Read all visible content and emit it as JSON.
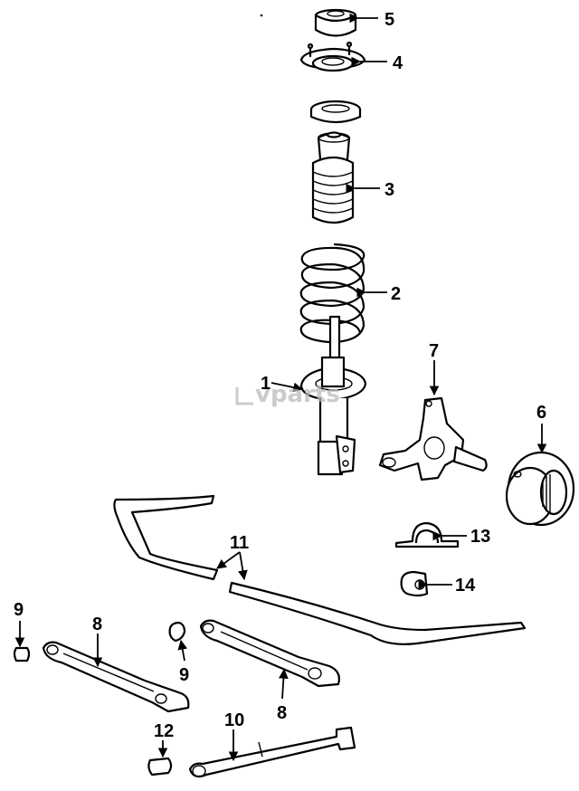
{
  "watermark": "vparts",
  "callouts": [
    {
      "id": "1",
      "label": "1"
    },
    {
      "id": "2",
      "label": "2"
    },
    {
      "id": "3",
      "label": "3"
    },
    {
      "id": "4",
      "label": "4"
    },
    {
      "id": "5",
      "label": "5"
    },
    {
      "id": "6",
      "label": "6"
    },
    {
      "id": "7",
      "label": "7"
    },
    {
      "id": "8a",
      "label": "8"
    },
    {
      "id": "8b",
      "label": "8"
    },
    {
      "id": "9a",
      "label": "9"
    },
    {
      "id": "9b",
      "label": "9"
    },
    {
      "id": "10",
      "label": "10"
    },
    {
      "id": "11",
      "label": "11"
    },
    {
      "id": "12",
      "label": "12"
    },
    {
      "id": "13",
      "label": "13"
    },
    {
      "id": "14",
      "label": "14"
    }
  ]
}
